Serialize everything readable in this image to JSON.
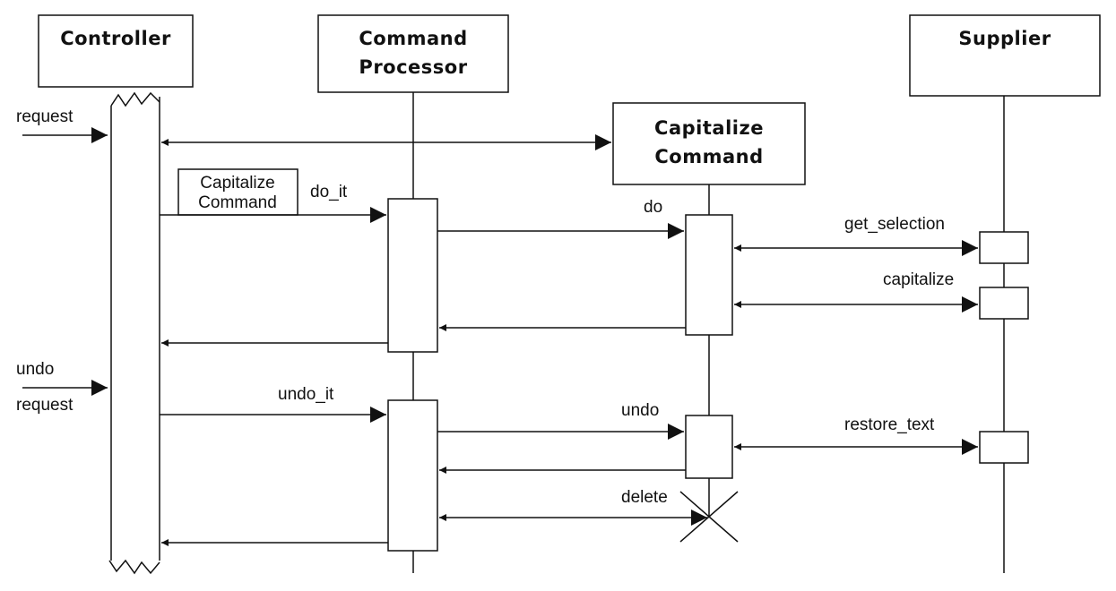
{
  "participants": {
    "controller": "Controller",
    "processor_line1": "Command",
    "processor_line2": "Processor",
    "capitalize_line1": "Capitalize",
    "capitalize_line2": "Command",
    "supplier": "Supplier"
  },
  "messages": {
    "request": "request",
    "undo_line1": "undo",
    "undo_line2": "request",
    "note_line1": "Capitalize",
    "note_line2": "Command",
    "do_it": "do_it",
    "do": "do",
    "get_selection": "get_selection",
    "capitalize": "capitalize",
    "undo_it": "undo_it",
    "undo": "undo",
    "restore_text": "restore_text",
    "delete": "delete"
  }
}
